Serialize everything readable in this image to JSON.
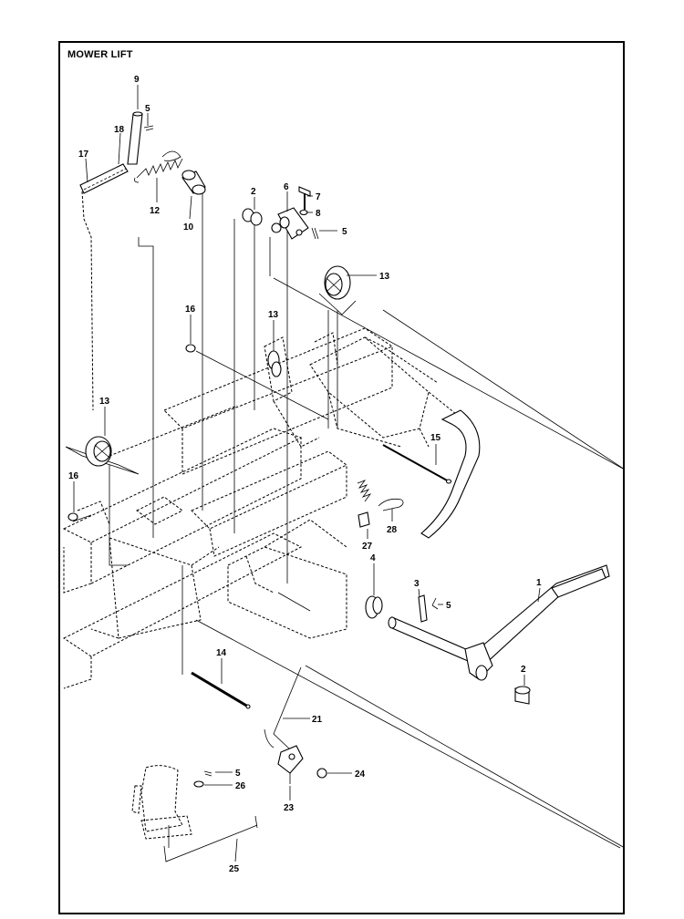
{
  "title": "MOWER LIFT",
  "callouts": [
    "9",
    "5",
    "18",
    "17",
    "12",
    "10",
    "2",
    "6",
    "7",
    "8",
    "5",
    "13",
    "16",
    "13",
    "13",
    "16",
    "15",
    "28",
    "27",
    "4",
    "3",
    "5",
    "1",
    "2",
    "14",
    "21",
    "5",
    "26",
    "24",
    "23",
    "25"
  ]
}
